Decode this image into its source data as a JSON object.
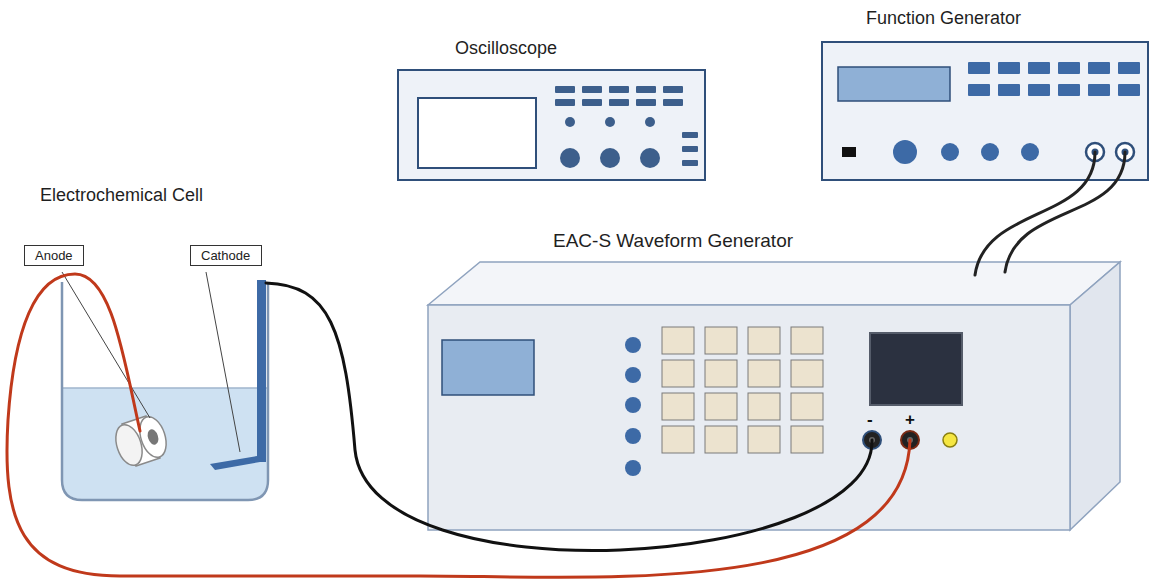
{
  "diagram": {
    "nodes": [
      {
        "text": [
          "Oscilloscope"
        ]
      },
      {
        "text": [
          "Function Generator"
        ]
      },
      {
        "text": [
          "Electrochemical Cell"
        ]
      },
      {
        "text": [
          "Anode"
        ]
      },
      {
        "text": [
          "Cathode"
        ]
      },
      {
        "text": [
          "EAC-S Waveform Generator"
        ]
      }
    ],
    "edges": [
      {
        "from": 1,
        "to": 5,
        "arrow": "none"
      },
      {
        "from": 1,
        "to": 5,
        "arrow": "none"
      },
      {
        "from": 5,
        "to": 2,
        "arrow": "none"
      },
      {
        "from": 5,
        "to": 2,
        "arrow": "none"
      }
    ],
    "labels": [
      "-",
      "+"
    ]
  }
}
